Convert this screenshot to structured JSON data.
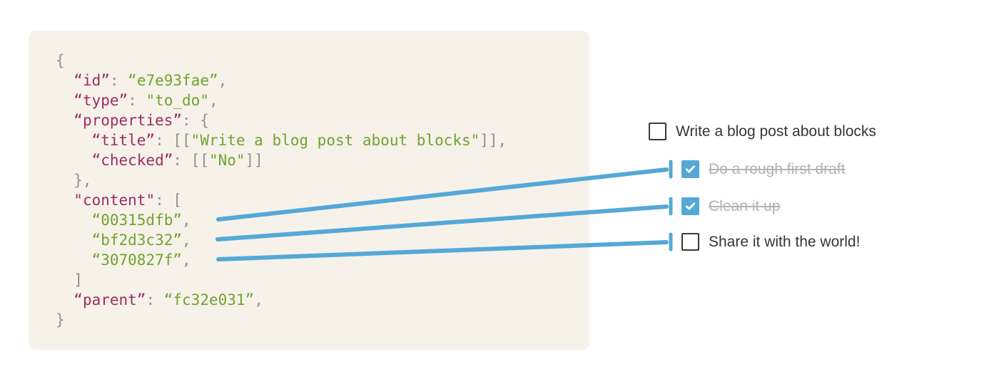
{
  "colors": {
    "page_bg": "#ffffff",
    "panel_bg": "#f6f2ea",
    "code_key": "#9e2b62",
    "code_value": "#71a32f",
    "code_punct": "#909090",
    "accent_blue": "#54a8d6",
    "todo_text": "#37352f",
    "todo_done_text": "#b3b3b0",
    "checkbox_border": "#3a3935"
  },
  "code_block": {
    "lines": [
      [
        [
          "p",
          "{"
        ]
      ],
      [
        [
          "p",
          "  "
        ],
        [
          "k",
          "“id”"
        ],
        [
          "p",
          ": "
        ],
        [
          "v",
          "“e7e93fae”"
        ],
        [
          "p",
          ","
        ]
      ],
      [
        [
          "p",
          "  "
        ],
        [
          "k",
          "“type”"
        ],
        [
          "p",
          ": "
        ],
        [
          "v",
          "\"to_do\""
        ],
        [
          "p",
          ","
        ]
      ],
      [
        [
          "p",
          "  "
        ],
        [
          "k",
          "“properties”"
        ],
        [
          "p",
          ": {"
        ]
      ],
      [
        [
          "p",
          "    "
        ],
        [
          "k",
          "“title”"
        ],
        [
          "p",
          ": [["
        ],
        [
          "v",
          "\"Write a blog post about blocks\""
        ],
        [
          "p",
          "]],"
        ]
      ],
      [
        [
          "p",
          "    "
        ],
        [
          "k",
          "“checked”"
        ],
        [
          "p",
          ": [["
        ],
        [
          "v",
          "\"No\""
        ],
        [
          "p",
          "]]"
        ]
      ],
      [
        [
          "p",
          "  },"
        ]
      ],
      [
        [
          "p",
          "  "
        ],
        [
          "k",
          "\"content\""
        ],
        [
          "p",
          ": ["
        ]
      ],
      [
        [
          "p",
          "    "
        ],
        [
          "v",
          "“00315dfb”"
        ],
        [
          "p",
          ","
        ]
      ],
      [
        [
          "p",
          "    "
        ],
        [
          "v",
          "“bf2d3c32”"
        ],
        [
          "p",
          ","
        ]
      ],
      [
        [
          "p",
          "    "
        ],
        [
          "v",
          "“3070827f”"
        ],
        [
          "p",
          ","
        ]
      ],
      [
        [
          "p",
          "  ]"
        ]
      ],
      [
        [
          "p",
          "  "
        ],
        [
          "k",
          "“parent”"
        ],
        [
          "p",
          ": "
        ],
        [
          "v",
          "“fc32e031”"
        ],
        [
          "p",
          ","
        ]
      ],
      [
        [
          "p",
          "}"
        ]
      ]
    ]
  },
  "todo_list": {
    "items": [
      {
        "label": "Write a blog post about blocks",
        "checked": false
      },
      {
        "label": "Do a rough first draft",
        "checked": true
      },
      {
        "label": "Clean it up",
        "checked": true
      },
      {
        "label": "Share it with the world!",
        "checked": false
      }
    ]
  },
  "connectors": [
    {
      "from_id": "00315dfb",
      "to_item": "Do a rough first draft"
    },
    {
      "from_id": "bf2d3c32",
      "to_item": "Clean it up"
    },
    {
      "from_id": "3070827f",
      "to_item": "Share it with the world!"
    }
  ]
}
